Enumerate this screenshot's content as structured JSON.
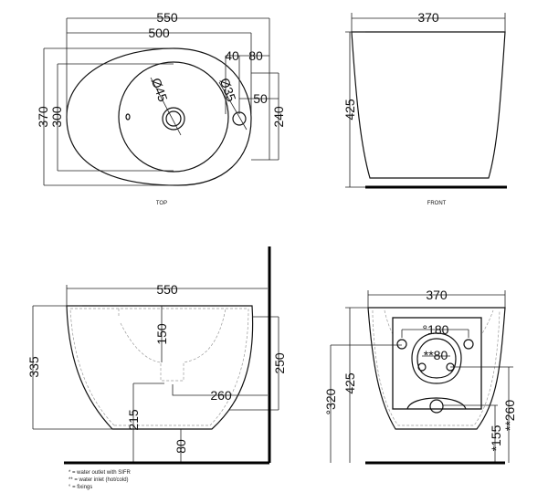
{
  "top_view": {
    "label": "TOP",
    "dims": {
      "width_outer": "550",
      "width_inner": "500",
      "d1": "40",
      "d2": "80",
      "d3": "50",
      "height_outer": "370",
      "height_inner": "300",
      "height_right": "240",
      "dia_drain": "Ø45",
      "dia_tap": "Ø35"
    }
  },
  "front_view": {
    "label": "FRONT",
    "dims": {
      "width": "370",
      "height": "425"
    }
  },
  "side_view": {
    "dims": {
      "width": "550",
      "height": "335",
      "bowl_depth": "150",
      "wall_height": "250",
      "outlet_offset": "260",
      "outlet_height": "215",
      "floor_gap": "80"
    }
  },
  "back_view": {
    "dims": {
      "width": "370",
      "fixings_spacing": "°180",
      "inlet_spacing": "**80",
      "height": "425",
      "fixings_height": "°320",
      "outlet_height": "*155",
      "inlet_height": "**260"
    }
  },
  "notes": [
    "* = water outlet with SIFR",
    "** = water inlet (hot/cold)",
    "° = fixings"
  ]
}
